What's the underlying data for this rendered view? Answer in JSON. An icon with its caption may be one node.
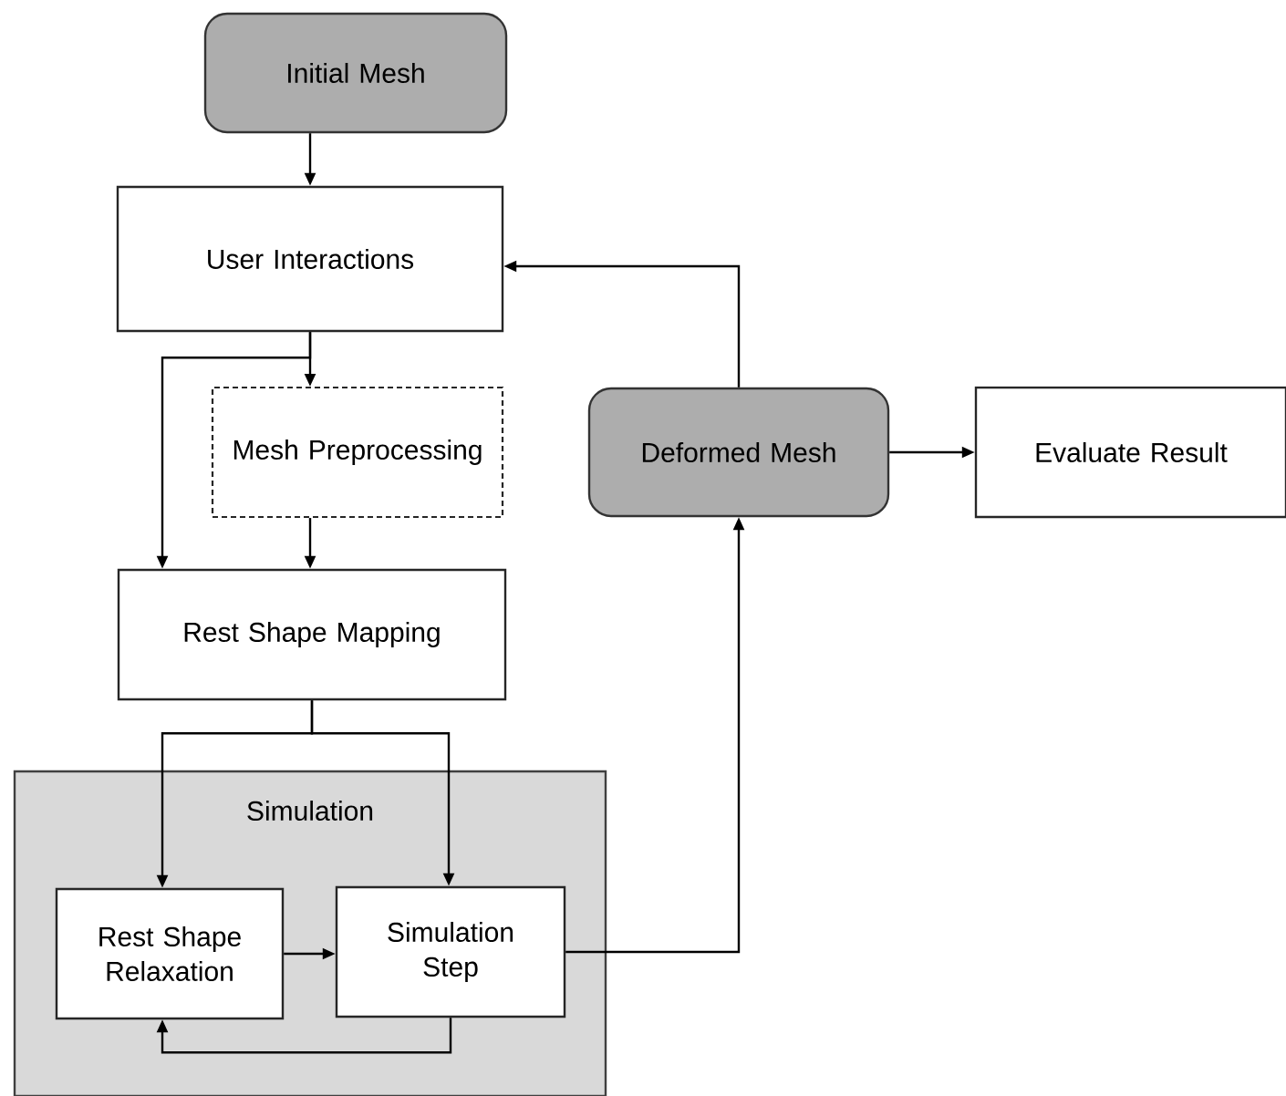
{
  "diagram": {
    "nodes": [
      {
        "text": [
          "Initial Mesh"
        ]
      },
      {
        "text": [
          "User Interactions"
        ]
      },
      {
        "text": [
          "Mesh Preprocessing"
        ]
      },
      {
        "text": [
          "Rest Shape Mapping"
        ]
      },
      {
        "text": [
          "Simulation"
        ]
      },
      {
        "text": [
          "Rest Shape Relaxation"
        ],
        "in": 4
      },
      {
        "text": [
          "Simulation Step"
        ],
        "in": 4
      },
      {
        "text": [
          "Deformed Mesh"
        ]
      },
      {
        "text": [
          "Evaluate Result"
        ]
      }
    ],
    "edges": [
      {
        "from": 0,
        "to": 1,
        "arrow": "to"
      },
      {
        "from": 1,
        "to": 2,
        "arrow": "to"
      },
      {
        "from": 1,
        "to": 3,
        "arrow": "to"
      },
      {
        "from": 2,
        "to": 3,
        "arrow": "to"
      },
      {
        "from": 3,
        "to": 5,
        "arrow": "to"
      },
      {
        "from": 3,
        "to": 6,
        "arrow": "to"
      },
      {
        "from": 5,
        "to": 6,
        "arrow": "to"
      },
      {
        "from": 6,
        "to": 5,
        "arrow": "to"
      },
      {
        "from": 6,
        "to": 7,
        "arrow": "to"
      },
      {
        "from": 7,
        "to": 1,
        "arrow": "to"
      },
      {
        "from": 7,
        "to": 8,
        "arrow": "to"
      }
    ]
  }
}
